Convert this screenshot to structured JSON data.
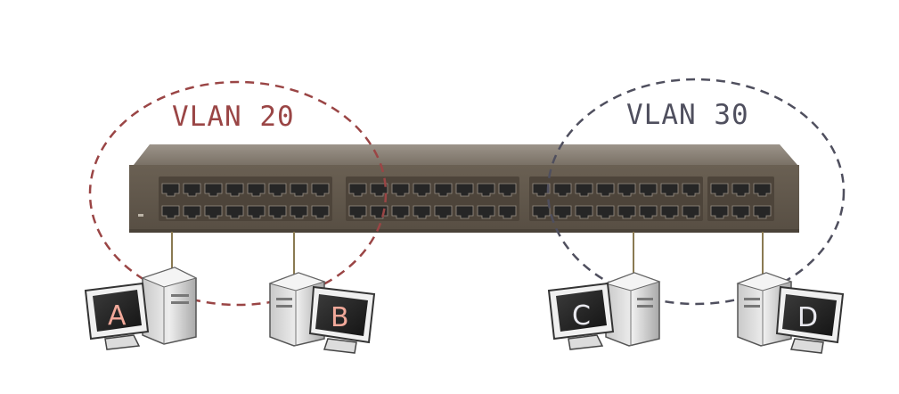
{
  "vlans": [
    {
      "id": "vlan-20",
      "label": "VLAN 20",
      "color": "#9a4545"
    },
    {
      "id": "vlan-30",
      "label": "VLAN 30",
      "color": "#4f4f5e"
    }
  ],
  "computers": [
    {
      "id": "pc-a",
      "label": "A",
      "vlan": "VLAN 20",
      "letter_color": "#f2a99a"
    },
    {
      "id": "pc-b",
      "label": "B",
      "vlan": "VLAN 20",
      "letter_color": "#f2a99a"
    },
    {
      "id": "pc-c",
      "label": "C",
      "vlan": "VLAN 30",
      "letter_color": "#e8e8ee"
    },
    {
      "id": "pc-d",
      "label": "D",
      "vlan": "VLAN 30",
      "letter_color": "#e8e8ee"
    }
  ],
  "switch": {
    "type": "ethernet switch",
    "port_groups": 4,
    "colors": {
      "body": "#6e6458",
      "top": "#8d847a",
      "port": "#2a2a2a"
    }
  },
  "link_color": "#8a7a52"
}
